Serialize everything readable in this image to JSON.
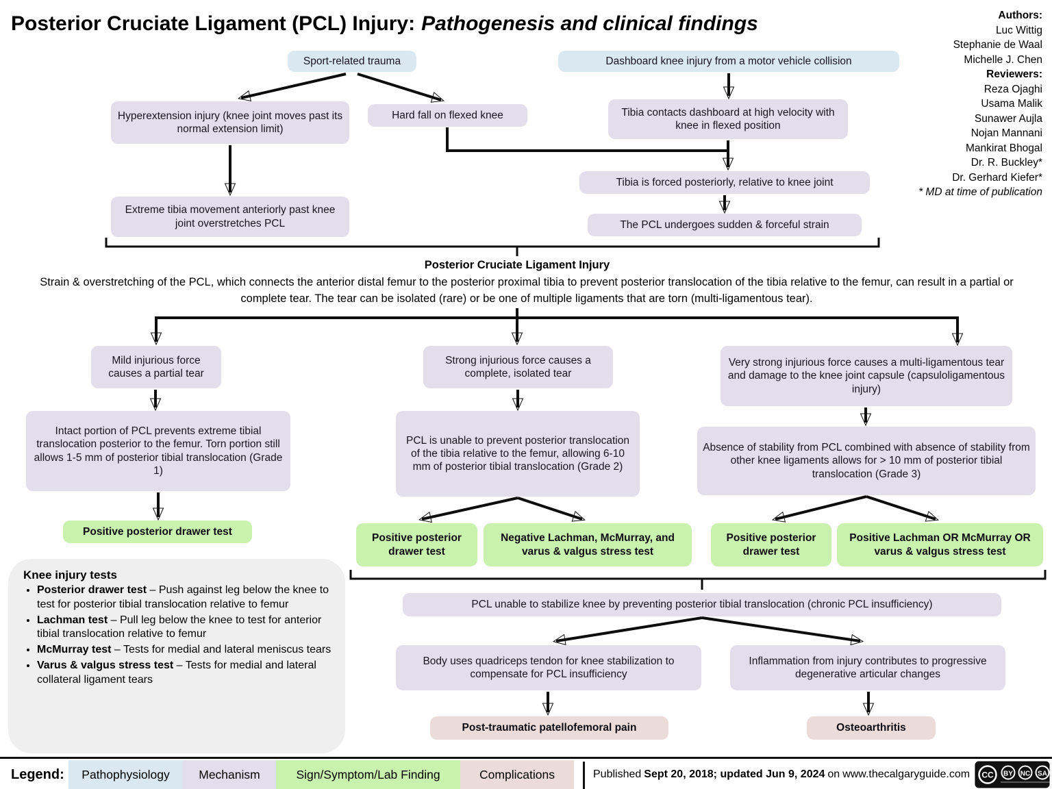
{
  "title": {
    "main": "Posterior Cruciate Ligament (PCL) Injury:",
    "subtitle": "Pathogenesis and clinical findings"
  },
  "credits": {
    "authors_label": "Authors:",
    "authors": [
      "Luc Wittig",
      "Stephanie de Waal",
      "Michelle J. Chen"
    ],
    "reviewers_label": "Reviewers:",
    "reviewers": [
      "Reza Ojaghi",
      "Usama Malik",
      "Sunawer Aujla",
      "Nojan Mannani",
      "Mankirat Bhogal",
      "Dr. R. Buckley*",
      "Dr. Gerhard Kiefer*"
    ],
    "footnote": "* MD at time of publication"
  },
  "flowchart": {
    "sport_trauma": "Sport-related trauma",
    "dashboard_injury": "Dashboard knee injury from a motor vehicle collision",
    "hyperextension": "Hyperextension injury (knee joint moves past its normal extension limit)",
    "hard_fall": "Hard fall on flexed knee",
    "tibia_contacts": "Tibia contacts dashboard at high velocity with knee in flexed position",
    "tibia_forced": "Tibia is forced posteriorly, relative to knee joint",
    "pcl_strain": "The PCL undergoes sudden & forceful strain",
    "extreme_tibia": "Extreme tibia movement anteriorly past knee joint overstretches PCL",
    "section_heading": "Posterior Cruciate Ligament Injury",
    "section_body": "Strain & overstretching of the PCL, which connects the anterior distal femur to the posterior proximal tibia to prevent posterior translocation of the tibia relative to the femur, can result in a partial or complete tear. The tear can be isolated (rare) or be one of multiple ligaments that are torn (multi-ligamentous tear).",
    "mild_force": "Mild injurious force causes a partial tear",
    "strong_force": "Strong injurious force causes a complete, isolated tear",
    "very_strong_force": "Very strong injurious force causes a multi-ligamentous tear and damage to the knee joint capsule (capsuloligamentous injury)",
    "grade1": "Intact portion of PCL prevents extreme tibial translocation posterior to the femur. Torn portion still allows 1-5 mm of posterior tibial translocation (Grade 1)",
    "grade2": "PCL is unable to prevent posterior translocation of the tibia relative to the femur, allowing 6-10 mm of posterior tibial translocation (Grade 2)",
    "grade3": "Absence of stability from PCL combined with absence of stability from other knee ligaments allows for > 10 mm of posterior tibial translocation (Grade 3)",
    "positive_drawer_1": "Positive posterior drawer test",
    "positive_drawer_2": "Positive posterior drawer test",
    "negative_lachman": "Negative Lachman, McMurray, and varus & valgus stress test",
    "positive_drawer_3": "Positive posterior drawer test",
    "positive_lachman": "Positive Lachman OR McMurray OR varus & valgus stress test",
    "chronic": "PCL unable to stabilize knee by preventing posterior tibial translocation (chronic PCL insufficiency)",
    "quadriceps": "Body uses quadriceps tendon for knee stabilization to compensate for PCL insufficiency",
    "inflammation": "Inflammation from injury contributes to progressive degenerative articular changes",
    "patellofemoral": "Post-traumatic patellofemoral pain",
    "osteoarthritis": "Osteoarthritis"
  },
  "tests_panel": {
    "title": "Knee injury tests",
    "items": [
      {
        "name": "Posterior drawer test",
        "desc": "– Push against leg below the knee to test for posterior tibial translocation relative to femur"
      },
      {
        "name": "Lachman test",
        "desc": "– Pull leg below the knee to test for anterior tibial translocation relative to femur"
      },
      {
        "name": "McMurray test",
        "desc": "– Tests for medial and lateral meniscus tears"
      },
      {
        "name": "Varus & valgus stress test",
        "desc": "– Tests for medial and lateral collateral ligament tears"
      }
    ]
  },
  "legend": {
    "label": "Legend:",
    "items": [
      {
        "label": "Pathophysiology",
        "color": "#DAE8F1"
      },
      {
        "label": "Mechanism",
        "color": "#E2DEEC"
      },
      {
        "label": "Sign/Symptom/Lab Finding",
        "color": "#C9F2AE"
      },
      {
        "label": "Complications",
        "color": "#EBDBD9"
      }
    ],
    "published_prefix": "Published",
    "published_dates": "Sept 20, 2018; updated Jun 9, 2024",
    "published_suffix": "on",
    "published_site": "www.thecalgaryguide.com",
    "license_badges": [
      "CC",
      "BY",
      "NC",
      "SA"
    ]
  },
  "colors": {
    "pathophysiology": "#DAE8F1",
    "mechanism": "#E2DEEC",
    "sign_symptom_lab": "#C9F2AE",
    "complication": "#EBDBD9",
    "panel_gray": "#EFEFEF",
    "line": "#0d0d0d"
  }
}
